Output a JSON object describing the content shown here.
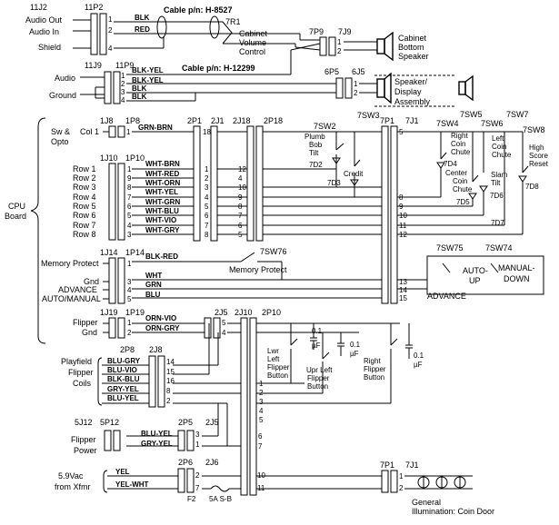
{
  "labels": {
    "audio_out": "Audio Out",
    "audio_in": "Audio In",
    "shield": "Shield",
    "audio": "Audio",
    "ground": "Ground",
    "sw_opto": "Sw &",
    "sw_opto2": "Opto",
    "col1": "Col 1",
    "cpu": "CPU",
    "board": "Board",
    "memory_protect_left": "Memory Protect",
    "gnd": "Gnd",
    "advance_left": "ADVANCE",
    "auto_manual": "AUTO/MANUAL",
    "flipper": "Flipper",
    "gnd2": "Gnd",
    "playfield": "Playfield",
    "flipper2": "Flipper",
    "coils": "Coils",
    "flipper3": "Flipper",
    "power": "Power",
    "vac": "5.9Vac",
    "from_xfmr": "from Xfmr"
  },
  "cables": {
    "c1": "Cable p/n: H-8527",
    "c2": "Cable p/n: H-12299"
  },
  "connectors": {
    "j11j2": "11J2",
    "p11p2": "11P2",
    "j11j9": "11J9",
    "p11p9": "11P9",
    "r7r1": "7R1",
    "p7p9": "7P9",
    "j7j9": "7J9",
    "p6p5": "6P5",
    "j6j5": "6J5",
    "j1j8": "1J8",
    "p1p8": "1P8",
    "p2p1": "2P1",
    "j2j1": "2J1",
    "j2j18": "2J18",
    "p2p18": "2P18",
    "p7p1": "7P1",
    "j7j1": "7J1",
    "j1j10": "1J10",
    "p1p10": "1P10",
    "j1j14": "1J14",
    "p1p14": "1P14",
    "j1j19": "1J19",
    "p1p19": "1P19",
    "p2j5": "2J5",
    "j2j10": "2J10",
    "p2p10": "2P10",
    "p2p8": "2P8",
    "j2j8": "2J8",
    "j5j12": "5J12",
    "p5p12": "5P12",
    "p2p5": "2P5",
    "j2j5b": "2J5",
    "p2p6": "2P6",
    "j2j6": "2J6",
    "p7p1b": "7P1",
    "j7j1b": "7J1"
  },
  "wires": {
    "blk": "BLK",
    "red": "RED",
    "blk_yel": "BLK-YEL",
    "blk_yel2": "BLK-YEL",
    "blk2": "BLK",
    "blk3": "BLK",
    "grn_brn": "GRN-BRN",
    "wht_brn": "WHT-BRN",
    "wht_red": "WHT-RED",
    "wht_orn": "WHT-ORN",
    "wht_yel": "WHT-YEL",
    "wht_grn": "WHT-GRN",
    "wht_blu": "WHT-BLU",
    "wht_vio": "WHT-VIO",
    "wht_gry": "WHT-GRY",
    "blk_red": "BLK-RED",
    "wht": "WHT",
    "grn": "GRN",
    "blu": "BLU",
    "orn_vio": "ORN-VIO",
    "orn_gry": "ORN-GRY",
    "blu_gry": "BLU-GRY",
    "blu_vio": "BLU-VIO",
    "blk_blu": "BLK-BLU",
    "gry_yel": "GRY-YEL",
    "blu_yel": "BLU-YEL",
    "blu_yel2": "BLU-YEL",
    "gry_yel2": "GRY-YEL",
    "yel": "YEL",
    "yel_wht": "YEL-WHT"
  },
  "rows": [
    "Row 1",
    "Row 2",
    "Row 3",
    "Row 4",
    "Row 5",
    "Row 6",
    "Row 7",
    "Row 8"
  ],
  "components": {
    "cab_vol1": "Cabinet",
    "cab_vol2": "Volume",
    "cab_vol3": "Control",
    "cab_spk1": "Cabinet",
    "cab_spk2": "Bottom",
    "cab_spk3": "Speaker",
    "spk_disp1": "Speaker/",
    "spk_disp2": "Display",
    "spk_disp3": "Assembly",
    "sw3": "7SW3",
    "sw2": "7SW2",
    "sw4": "7SW4",
    "sw5": "7SW5",
    "sw6": "7SW6",
    "sw7": "7SW7",
    "sw8": "7SW8",
    "plumb1": "Plumb",
    "plumb2": "Bob",
    "plumb3": "Tilt",
    "d2": "7D2",
    "credit": "Credit",
    "d3": "7D3",
    "right_coin1": "Right",
    "right_coin2": "Coin",
    "right_coin3": "Chute",
    "left_coin1": "Left",
    "left_coin2": "Coin",
    "left_coin3": "Chute",
    "high1": "High",
    "high2": "Score",
    "high3": "Reset",
    "d4": "7D4",
    "center1": "Center",
    "center2": "Coin",
    "center3": "Chute",
    "slam1": "Slam",
    "slam2": "Tilt",
    "d5": "7D5",
    "d6": "7D6",
    "d7": "7D7",
    "d8": "7D8",
    "sw76": "7SW76",
    "mem_protect": "Memory Protect",
    "sw75": "7SW75",
    "sw74": "7SW74",
    "auto": "AUTO-",
    "up": "UP",
    "manual": "MANUAL-",
    "down": "DOWN",
    "advance": "ADVANCE",
    "lwr1": "Lwr",
    "lwr2": "Left",
    "lwr3": "Flipper",
    "lwr4": "Button",
    "upr1": "Upr Left",
    "upr2": "Flipper",
    "upr3": "Button",
    "right_f1": "Right",
    "right_f2": "Flipper",
    "right_f3": "Button",
    "cap1": "0.1",
    "cap1u": "µF",
    "cap2": "0.1",
    "cap2u": "µF",
    "cap3": "0.1",
    "cap3u": "µF",
    "fuse": "F2",
    "fuse_rating": "5A S-B",
    "gi1": "General",
    "gi2": "Illumination: Coin Door"
  },
  "pins": {
    "p11p2": [
      "1",
      "2",
      "4"
    ],
    "p7p9": [
      "1",
      "2"
    ],
    "p11p9": [
      "1",
      "2",
      "3",
      "4"
    ],
    "p6p5": [
      "1",
      "2"
    ],
    "p1p8": [
      "1"
    ],
    "p2p1": [
      "18"
    ],
    "p1p10": [
      "1",
      "9",
      "8",
      "7",
      "6",
      "5",
      "4",
      "3"
    ],
    "p2p1b": [
      "1",
      "2",
      "3",
      "4",
      "5",
      "6",
      "7",
      "8"
    ],
    "p2p18": [
      "12",
      "10",
      "9",
      "8",
      "7",
      "6",
      "5",
      "4"
    ],
    "p7p1": [
      "5",
      "8",
      "9",
      "10",
      "11",
      "12",
      "13",
      "14",
      "15"
    ],
    "p1p14": [
      "1",
      "3",
      "4",
      "5"
    ],
    "p1p19": [
      "1",
      "2"
    ],
    "p2j5": [
      "5",
      "4"
    ],
    "p2p8": [
      "14",
      "15",
      "16",
      "8",
      "2"
    ],
    "p2p10": [
      "1",
      "2",
      "3",
      "4",
      "5"
    ],
    "p2p5": [
      "3",
      "1"
    ],
    "p2p10b": [
      "6",
      "7"
    ],
    "p2p6": [
      "2",
      "7"
    ],
    "p2p10c": [
      "10",
      "11"
    ],
    "p7p1b": [
      "1",
      "2"
    ]
  }
}
